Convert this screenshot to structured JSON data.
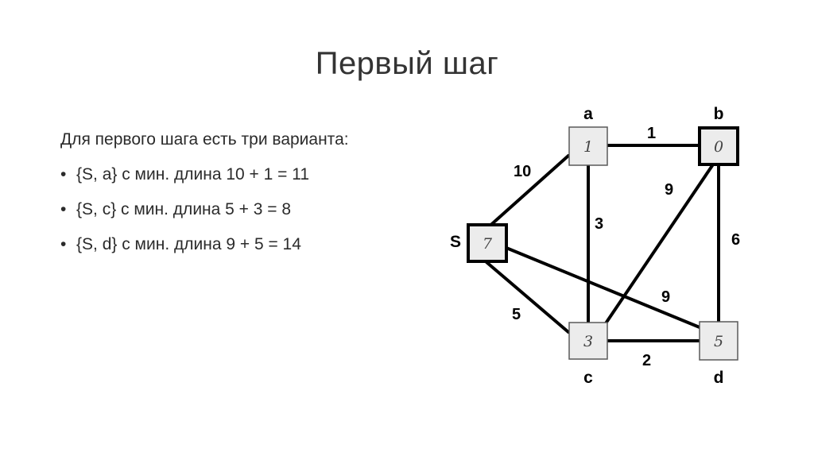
{
  "title": "Первый шаг",
  "text": {
    "intro": "Для первого шага есть три варианта:",
    "bullets": [
      "{S, a} с мин. длина 10 + 1 = 11",
      "{S, c} с мин. длина 5 + 3 = 8",
      "{S, d} с мин. длина 9 + 5 = 14"
    ],
    "bullet_symbol": "•"
  },
  "graph": {
    "nodes": {
      "S": {
        "name": "S",
        "value": "7",
        "highlighted": true
      },
      "a": {
        "name": "a",
        "value": "1",
        "highlighted": false
      },
      "b": {
        "name": "b",
        "value": "0",
        "highlighted": true
      },
      "c": {
        "name": "c",
        "value": "3",
        "highlighted": false
      },
      "d": {
        "name": "d",
        "value": "5",
        "highlighted": false
      }
    },
    "edges": {
      "S_a": {
        "from": "S",
        "to": "a",
        "weight": "10"
      },
      "a_b": {
        "from": "a",
        "to": "b",
        "weight": "1"
      },
      "a_c": {
        "from": "a",
        "to": "c",
        "weight": "3"
      },
      "c_b": {
        "from": "c",
        "to": "b",
        "weight": "9"
      },
      "b_d": {
        "from": "b",
        "to": "d",
        "weight": "6"
      },
      "S_d": {
        "from": "S",
        "to": "d",
        "weight": "9"
      },
      "S_c": {
        "from": "S",
        "to": "c",
        "weight": "5"
      },
      "c_d": {
        "from": "c",
        "to": "d",
        "weight": "2"
      }
    }
  }
}
